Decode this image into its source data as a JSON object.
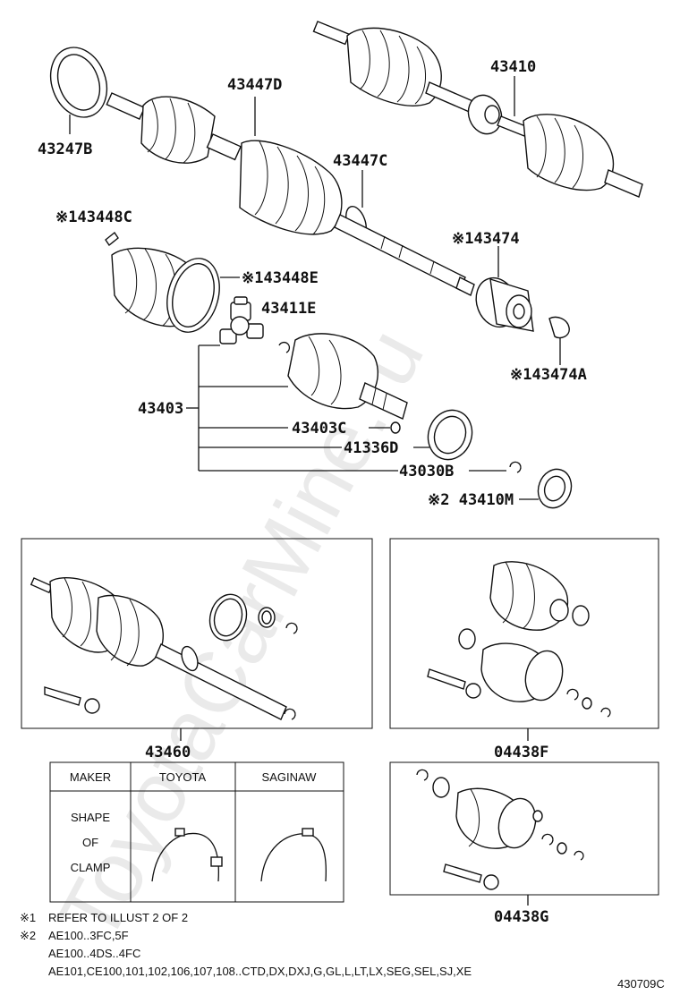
{
  "watermark": "ToyotaCarMine.ru",
  "part_labels": {
    "p43247B": "43247B",
    "p43447D": "43447D",
    "p43410": "43410",
    "p43447C": "43447C",
    "p43448C": "※143448C",
    "p43474": "※143474",
    "p43448E": "※143448E",
    "p43411E": "43411E",
    "p43403": "43403",
    "p43474A": "※143474A",
    "p43403C": "43403C",
    "p41336D": "41336D",
    "p43030B": "43030B",
    "p43410M": "※2 43410M",
    "p43460": "43460",
    "p04438F": "04438F",
    "p04438G": "04438G"
  },
  "clamp_table": {
    "headers": [
      "MAKER",
      "TOYOTA",
      "SAGINAW"
    ],
    "row_label_lines": [
      "SHAPE",
      "OF",
      "CLAMP"
    ]
  },
  "notes": [
    {
      "mark": "※1",
      "text": "REFER TO ILLUST 2 OF 2"
    },
    {
      "mark": "※2",
      "text": "AE100..3FC,5F"
    },
    {
      "mark": "",
      "text": "AE100..4DS..4FC"
    },
    {
      "mark": "",
      "text": "AE101,CE100,101,102,106,107,108..CTD,DX,DXJ,G,GL,L,LT,LX,SEG,SEL,SJ,XE"
    }
  ],
  "illustration_code": "430709C"
}
